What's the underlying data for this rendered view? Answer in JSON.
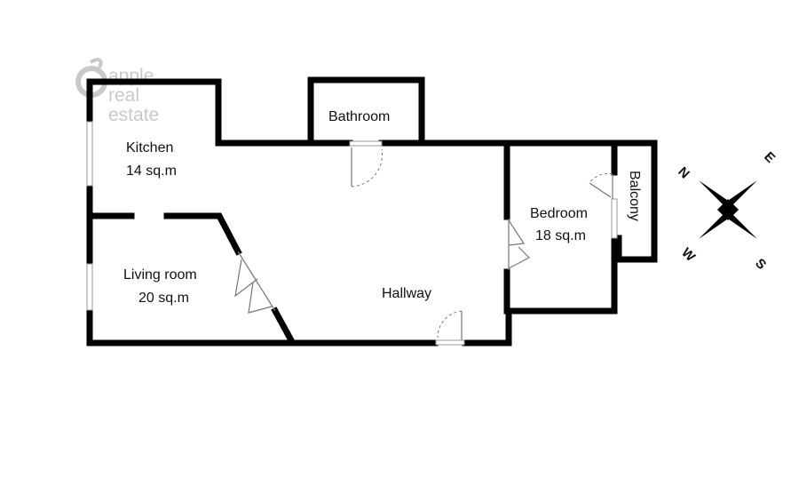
{
  "logo": {
    "lines": [
      "apple",
      "real",
      "estate"
    ],
    "icon": "apple-icon"
  },
  "rooms": {
    "kitchen": {
      "name": "Kitchen",
      "area": "14 sq.m"
    },
    "living_room": {
      "name": "Living room",
      "area": "20 sq.m"
    },
    "bathroom": {
      "name": "Bathroom"
    },
    "hallway": {
      "name": "Hallway"
    },
    "bedroom": {
      "name": "Bedroom",
      "area": "18 sq.m"
    },
    "balcony": {
      "name": "Balcony"
    }
  },
  "compass": {
    "north": "N",
    "east": "E",
    "south": "S",
    "west": "W"
  },
  "colors": {
    "wall": "#000000",
    "logo": "#c9c9c9",
    "background": "#ffffff"
  }
}
